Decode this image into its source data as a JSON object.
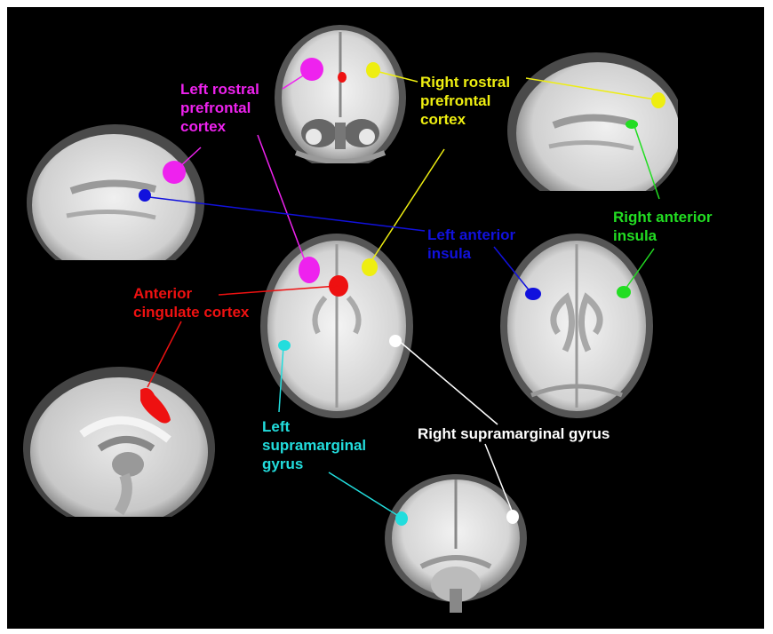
{
  "labels": {
    "left_rostral_prefrontal_cortex": "Left rostral\nprefrontal\ncortex",
    "right_rostral_prefrontal_cortex": "Right rostral\nprefrontal\ncortex",
    "left_anterior_insula": "Left anterior\ninsula",
    "right_anterior_insula": "Right anterior\ninsula",
    "anterior_cingulate_cortex": "Anterior\ncingulate cortex",
    "left_supramarginal_gyrus": "Left\nsupramarginal\ngyrus",
    "right_supramarginal_gyrus": "Right supramarginal gyrus"
  },
  "colors": {
    "background": "#000000",
    "left_rostral_prefrontal_cortex": "#ee22ee",
    "right_rostral_prefrontal_cortex": "#eeee11",
    "left_anterior_insula": "#1111dd",
    "right_anterior_insula": "#22dd22",
    "anterior_cingulate_cortex": "#ee1111",
    "left_supramarginal_gyrus": "#22dddd",
    "right_supramarginal_gyrus": "#ffffff"
  }
}
